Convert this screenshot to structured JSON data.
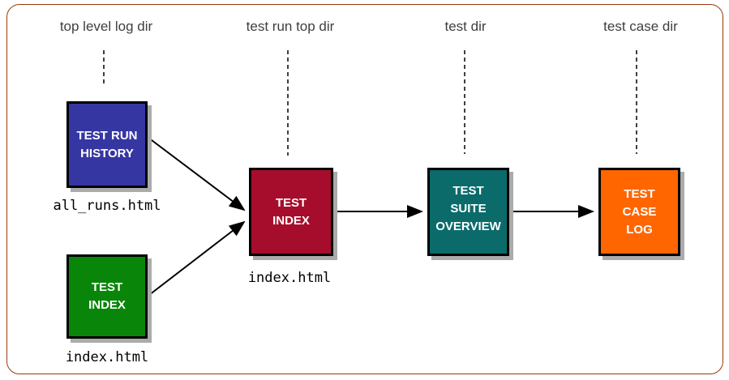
{
  "diagram": {
    "frame_color": "#993B0C",
    "arrow_color": "#000000",
    "columns": [
      {
        "label": "top level log dir"
      },
      {
        "label": "test run top dir"
      },
      {
        "label": "test dir"
      },
      {
        "label": "test case dir"
      }
    ],
    "nodes": {
      "test_run_history": {
        "lines": [
          "TEST RUN",
          "HISTORY"
        ],
        "color": "#3636A3",
        "file_label": "all_runs.html"
      },
      "test_index_top_level": {
        "lines": [
          "TEST",
          "INDEX"
        ],
        "color": "#098609",
        "file_label": "index.html"
      },
      "test_index_run": {
        "lines": [
          "TEST",
          "INDEX"
        ],
        "color": "#A60D2C",
        "file_label": "index.html"
      },
      "test_suite_overview": {
        "lines": [
          "TEST",
          "SUITE",
          "OVERVIEW"
        ],
        "color": "#0B6B6B"
      },
      "test_case_log": {
        "lines": [
          "TEST",
          "CASE",
          "LOG"
        ],
        "color": "#FF6600"
      }
    }
  }
}
